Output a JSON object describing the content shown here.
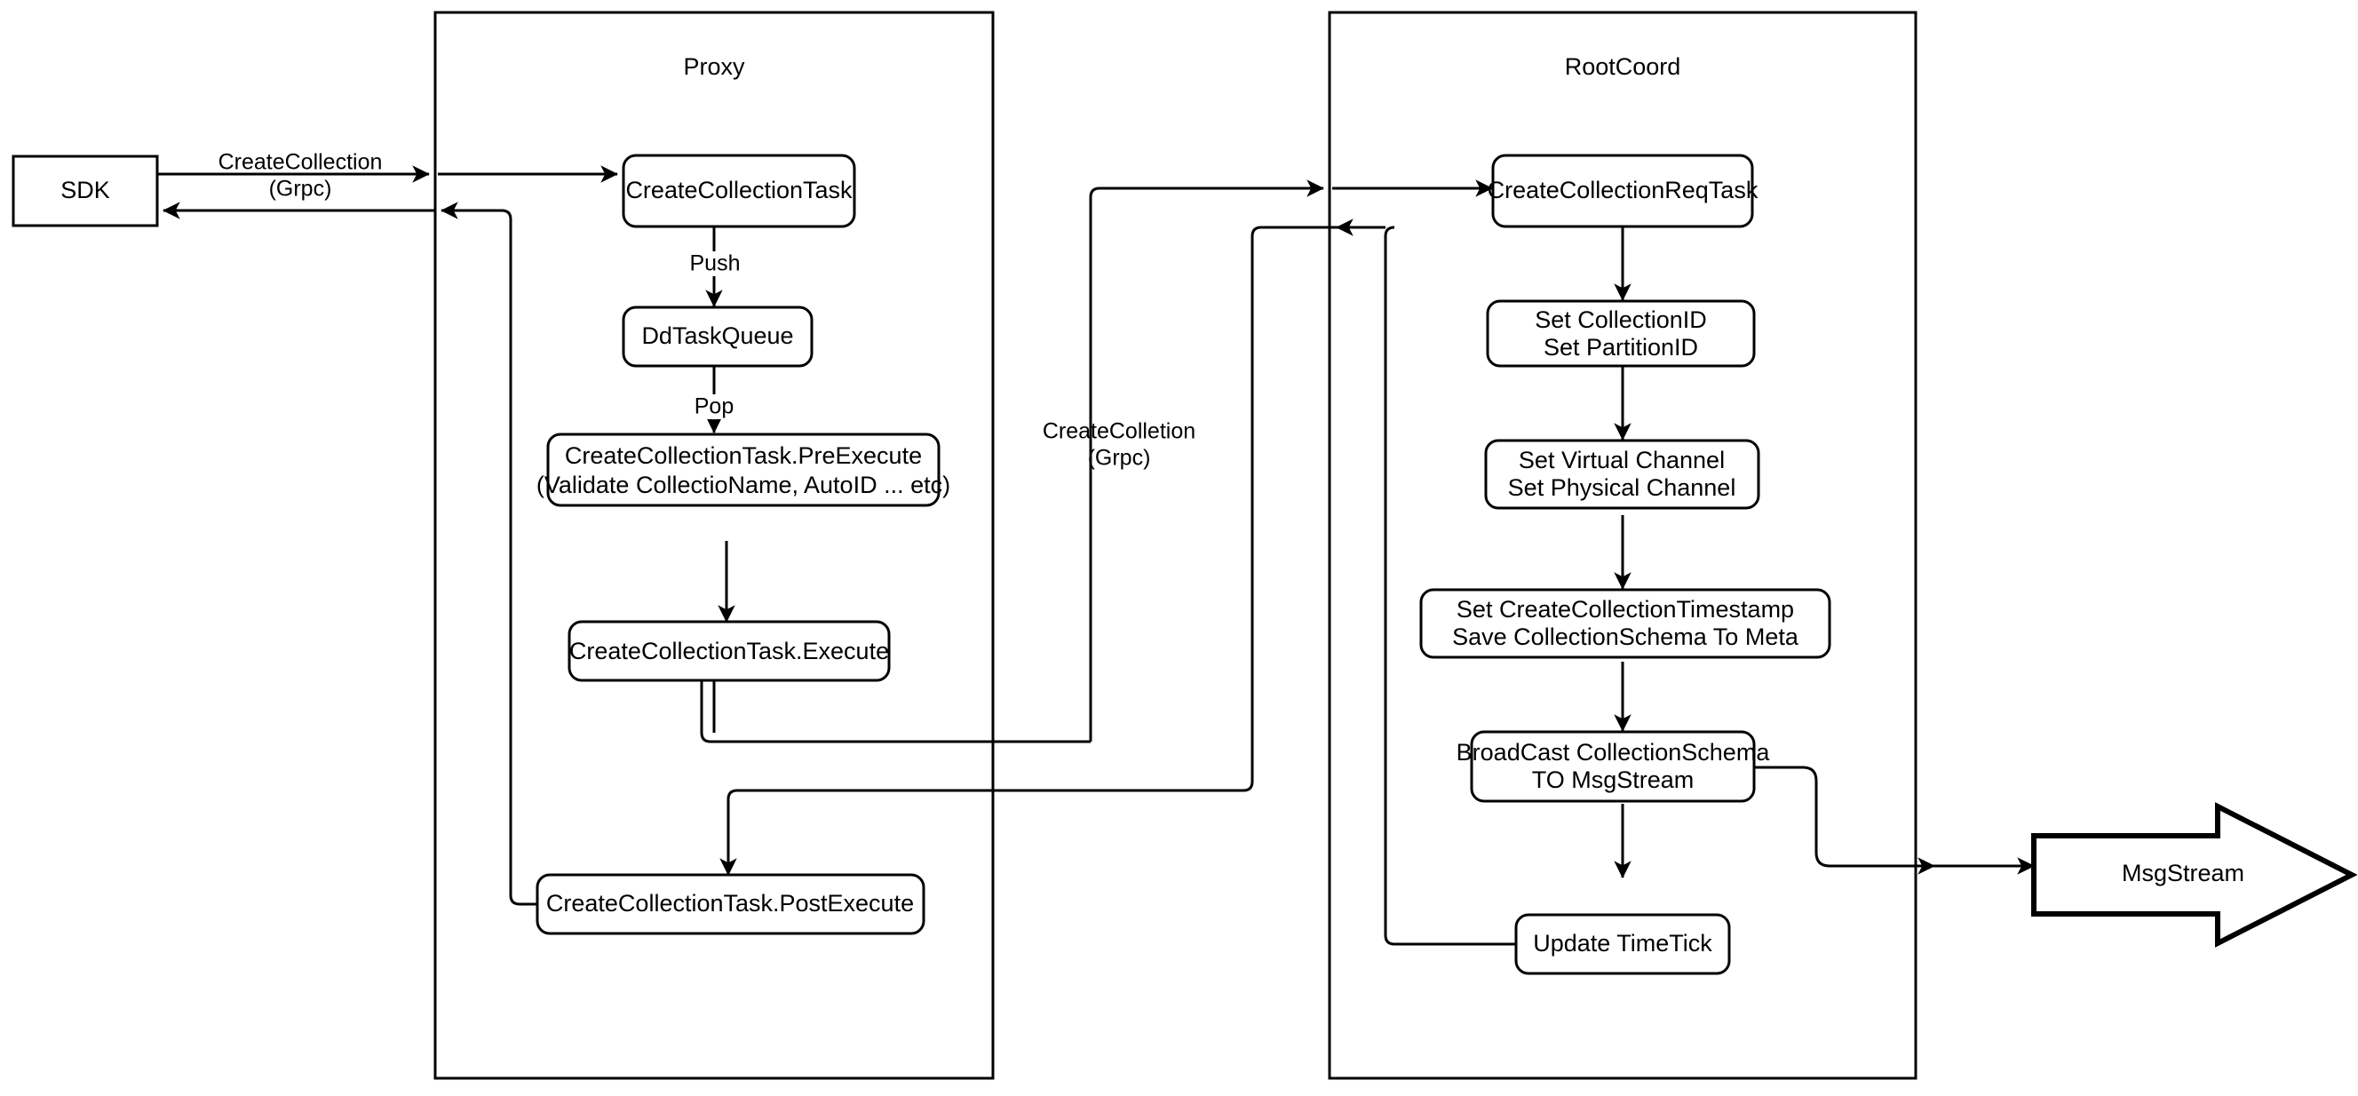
{
  "diagram": {
    "title": "CreateCollection flow",
    "colors": {
      "stroke": "#000000",
      "fill": "#ffffff"
    },
    "containers": [
      {
        "id": "proxy",
        "label": "Proxy"
      },
      {
        "id": "rootcoord",
        "label": "RootCoord"
      }
    ],
    "external_nodes": [
      {
        "id": "sdk",
        "label": "SDK",
        "shape": "rectangle"
      },
      {
        "id": "msgstream",
        "label": "MsgStream",
        "shape": "block-arrow"
      }
    ],
    "proxy_nodes": [
      {
        "id": "create-collection-task",
        "label": "CreateCollectionTask"
      },
      {
        "id": "dd-task-queue",
        "label": "DdTaskQueue"
      },
      {
        "id": "pre-execute-line1",
        "label": "CreateCollectionTask.PreExecute"
      },
      {
        "id": "pre-execute-line2",
        "label": "(Validate CollectioName, AutoID ... etc)"
      },
      {
        "id": "execute",
        "label": "CreateCollectionTask.Execute"
      },
      {
        "id": "post-execute",
        "label": "CreateCollectionTask.PostExecute"
      }
    ],
    "rootcoord_nodes": [
      {
        "id": "create-collection-req-task",
        "label": "CreateCollectionReqTask"
      },
      {
        "id": "set-ids-line1",
        "label": "Set CollectionID"
      },
      {
        "id": "set-ids-line2",
        "label": "Set PartitionID"
      },
      {
        "id": "set-channels-line1",
        "label": "Set Virtual Channel"
      },
      {
        "id": "set-channels-line2",
        "label": "Set Physical Channel"
      },
      {
        "id": "set-timestamp-line1",
        "label": "Set CreateCollectionTimestamp"
      },
      {
        "id": "set-timestamp-line2",
        "label": "Save CollectionSchema To Meta"
      },
      {
        "id": "broadcast-line1",
        "label": "BroadCast CollectionSchema"
      },
      {
        "id": "broadcast-line2",
        "label": "TO MsgStream"
      },
      {
        "id": "update-timetick",
        "label": "Update TimeTick"
      }
    ],
    "edge_labels": [
      {
        "id": "sdk-to-proxy-line1",
        "label": "CreateCollection"
      },
      {
        "id": "sdk-to-proxy-line2",
        "label": "(Grpc)"
      },
      {
        "id": "proxy-to-rootcoord-line1",
        "label": "CreateColletion"
      },
      {
        "id": "proxy-to-rootcoord-line2",
        "label": "(Grpc)"
      },
      {
        "id": "push",
        "label": "Push"
      },
      {
        "id": "pop",
        "label": "Pop"
      }
    ]
  }
}
